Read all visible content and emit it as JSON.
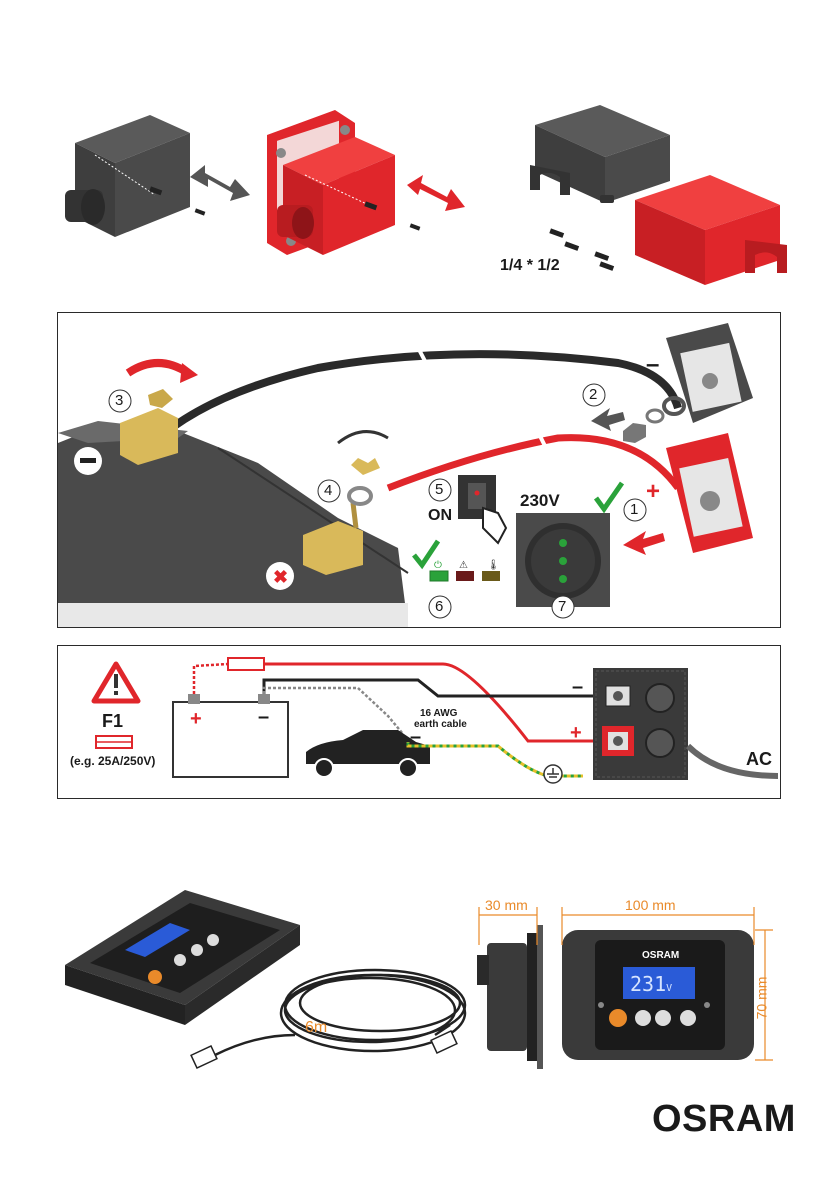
{
  "top_section": {
    "screw_size_label": "1/4 * 1/2"
  },
  "wiring_panel": {
    "steps": [
      "1",
      "2",
      "3",
      "4",
      "5",
      "6",
      "7"
    ],
    "switch_label": "ON",
    "socket_label": "230V",
    "minus_sign": "–",
    "plus_sign": "+"
  },
  "schematic_panel": {
    "fuse_label": "F1",
    "fuse_rating": "(e.g. 25A/250V)",
    "earth_cable_label_line1": "16 AWG",
    "earth_cable_label_line2": "earth cable",
    "ac_label": "AC",
    "minus_sign": "–",
    "plus_sign": "+"
  },
  "remote_section": {
    "cable_length": "6m",
    "depth_dim": "30 mm",
    "width_dim": "100 mm",
    "height_dim": "70 mm",
    "display_value": "231",
    "display_unit": "V",
    "panel_brand": "OSRAM"
  },
  "brand": {
    "logo_text": "OSRAM"
  },
  "colors": {
    "red": "#e0262b",
    "dark": "#3a3a3a",
    "green": "#2aa23a",
    "orange": "#e98a2a",
    "brass": "#d9b95a"
  }
}
